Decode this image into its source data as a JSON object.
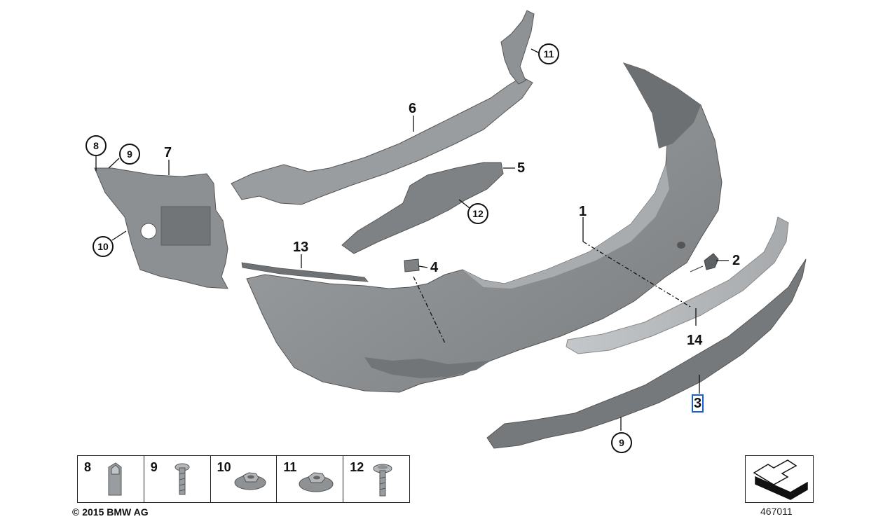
{
  "callouts": {
    "c1": "1",
    "c2": "2",
    "c3": "3",
    "c4": "4",
    "c5": "5",
    "c6": "6",
    "c7": "7",
    "c8": "8",
    "c9a": "9",
    "c9b": "9",
    "c10": "10",
    "c11": "11",
    "c12": "12",
    "c13": "13",
    "c14": "14"
  },
  "legend": [
    "8",
    "9",
    "10",
    "11",
    "12"
  ],
  "copyright": "© 2015 BMW AG",
  "image_number": "467011",
  "colors": {
    "part_fill": "#8f9294",
    "part_dark": "#6f7274",
    "part_light": "#b3b6b8",
    "highlight": "#1a5fd6"
  }
}
